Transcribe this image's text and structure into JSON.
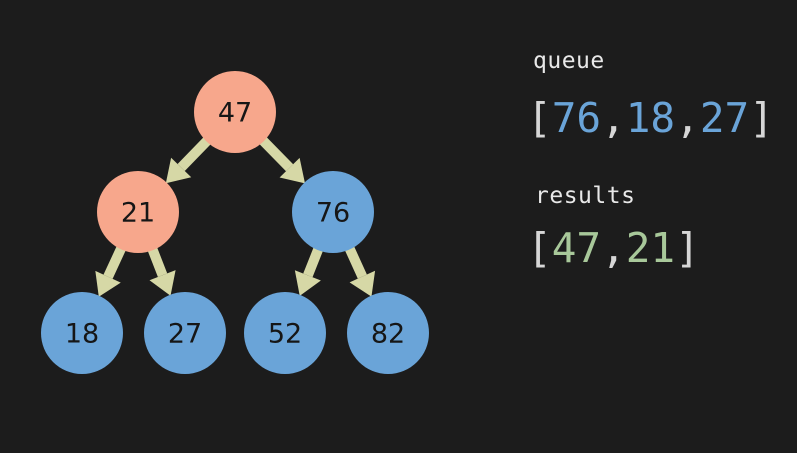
{
  "tree": {
    "colors": {
      "visited": "#f7a78c",
      "unvisited": "#6aa4d8",
      "arrow": "#d6d8a6"
    },
    "nodes": [
      {
        "id": "n47",
        "value": "47",
        "state": "visited"
      },
      {
        "id": "n21",
        "value": "21",
        "state": "visited"
      },
      {
        "id": "n76",
        "value": "76",
        "state": "unvisited"
      },
      {
        "id": "n18",
        "value": "18",
        "state": "unvisited"
      },
      {
        "id": "n27",
        "value": "27",
        "state": "unvisited"
      },
      {
        "id": "n52",
        "value": "52",
        "state": "unvisited"
      },
      {
        "id": "n82",
        "value": "82",
        "state": "unvisited"
      }
    ],
    "edges": [
      {
        "from": "n47",
        "to": "n21"
      },
      {
        "from": "n47",
        "to": "n76"
      },
      {
        "from": "n21",
        "to": "n18"
      },
      {
        "from": "n21",
        "to": "n27"
      },
      {
        "from": "n76",
        "to": "n52"
      },
      {
        "from": "n76",
        "to": "n82"
      }
    ]
  },
  "queue": {
    "label": "queue",
    "open": "[",
    "close": "]",
    "separator": ",",
    "items": [
      "76",
      "18",
      "27"
    ],
    "item_color": "#6aa4d8"
  },
  "results": {
    "label": "results",
    "open": "[",
    "close": "]",
    "separator": ",",
    "items": [
      "47",
      "21"
    ],
    "item_color": "#a8c89a"
  }
}
